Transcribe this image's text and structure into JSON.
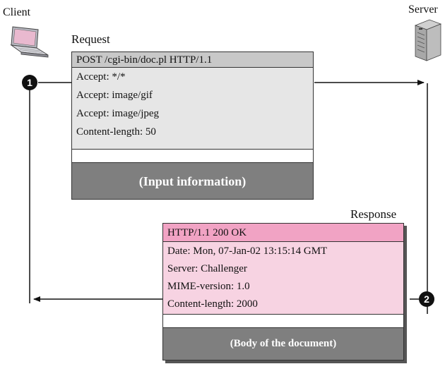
{
  "labels": {
    "client": "Client",
    "server": "Server",
    "request": "Request",
    "response": "Response"
  },
  "request": {
    "start_line": "POST   /cgi-bin/doc.pl  HTTP/1.1",
    "headers": [
      "Accept: */*",
      "Accept: image/gif",
      "Accept: image/jpeg",
      "Content-length: 50"
    ],
    "body": "(Input information)"
  },
  "response": {
    "status_line": "HTTP/1.1   200  OK",
    "headers": [
      "Date: Mon, 07-Jan-02 13:15:14 GMT",
      "Server: Challenger",
      "MIME-version: 1.0",
      "Content-length: 2000"
    ],
    "body": "(Body of the document)"
  },
  "steps": {
    "one": "1",
    "two": "2"
  },
  "icons": {
    "client": "laptop-icon",
    "server": "server-tower-icon"
  },
  "colors": {
    "request_box": "#e6e6e6",
    "request_header": "#c8c8c8",
    "response_box": "#f7d3e2",
    "response_header": "#f1a3c4",
    "dark_band": "#7f7f7f"
  }
}
